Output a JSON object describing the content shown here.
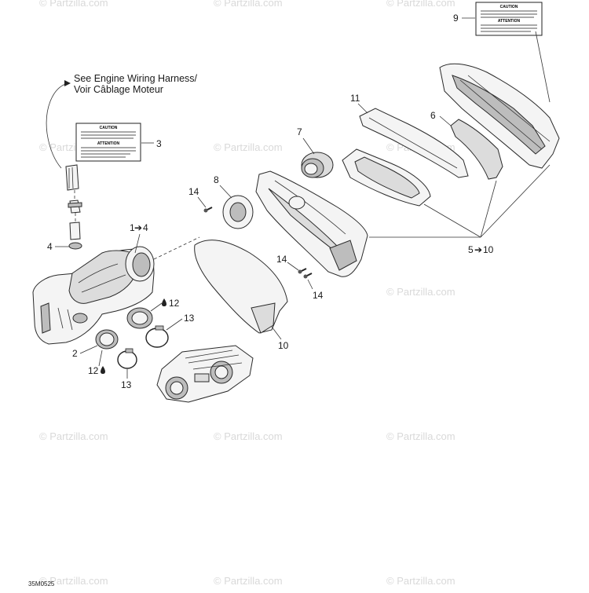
{
  "watermark": "© Partzilla.com",
  "note_line1": "See Engine Wiring Harness/",
  "note_line2": "Voir Câblage Moteur",
  "figure_code": "35M0525",
  "label_small": {
    "heading1": "CAUTION",
    "heading2": "ATTENTION"
  },
  "label_large": {
    "heading1": "CAUTION",
    "heading2": "ATTENTION"
  },
  "callouts": {
    "c1": "1",
    "c1_arrow": "➔",
    "c1_to": "4",
    "c2": "2",
    "c3": "3",
    "c4": "4",
    "c5": "5",
    "c5_arrow": "➔",
    "c5_to": "10",
    "c6": "6",
    "c7": "7",
    "c8": "8",
    "c9": "9",
    "c10": "10",
    "c11": "11",
    "c12a": "12",
    "c12b": "12",
    "c13a": "13",
    "c13b": "13",
    "c14a": "14",
    "c14b": "14",
    "c14c": "14"
  }
}
